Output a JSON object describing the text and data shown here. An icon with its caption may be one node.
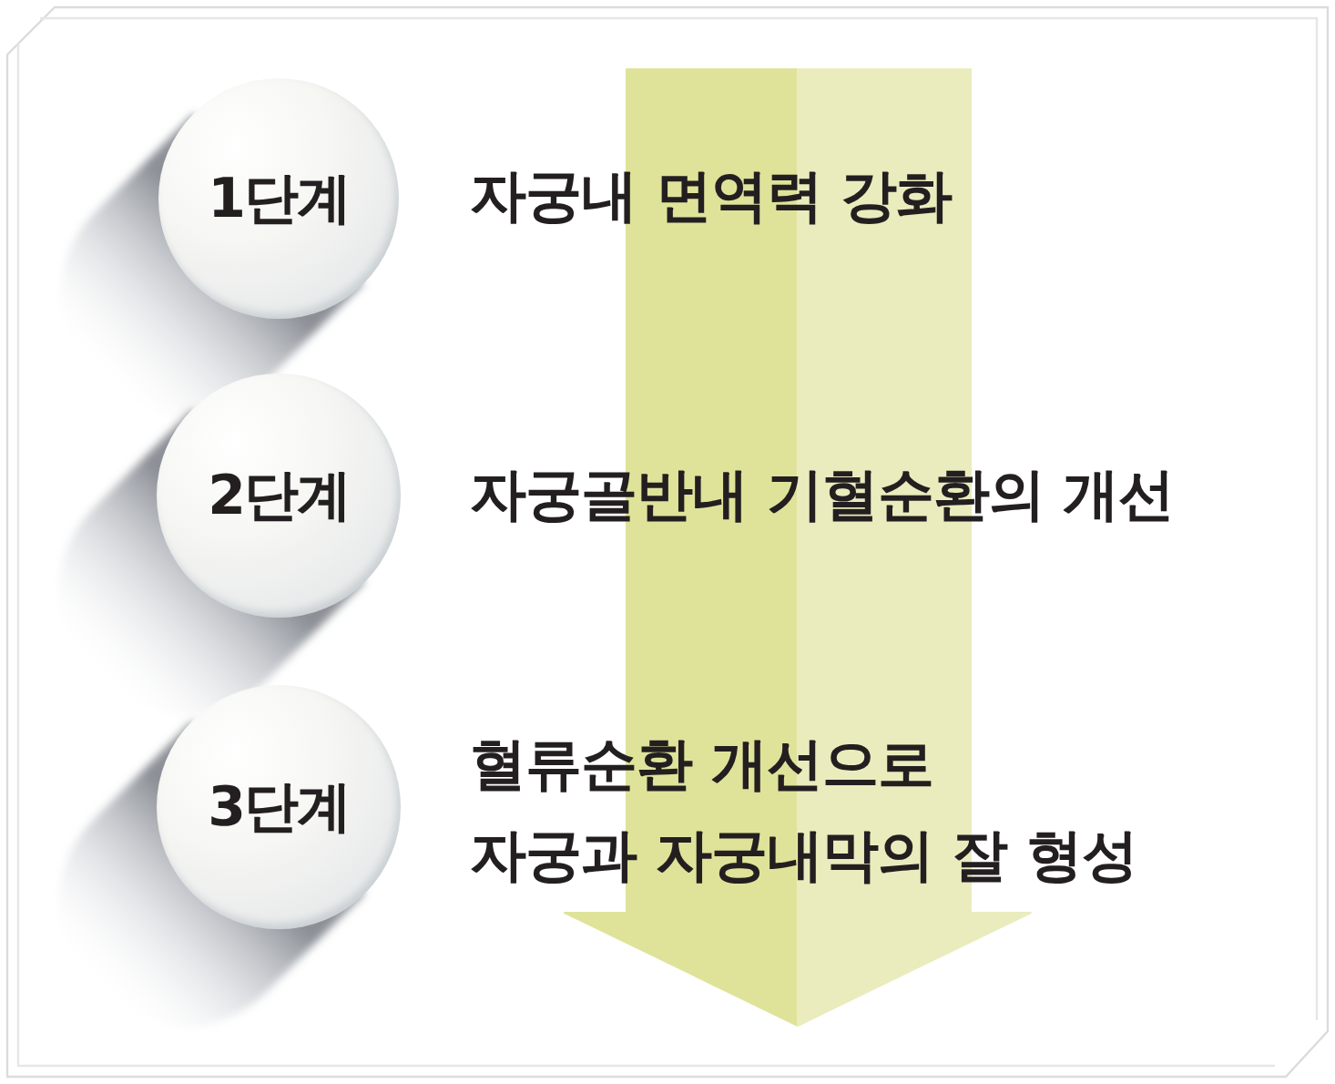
{
  "diagram": {
    "nodes": [
      {
        "text": [
          "1단계"
        ],
        "beside": [
          "자궁내 면역력 강화"
        ]
      },
      {
        "text": [
          "2단계"
        ],
        "beside": [
          "자궁골반내 기혈순환의 개선"
        ]
      },
      {
        "text": [
          "3단계"
        ],
        "beside": [
          "혈류순환 개선으로 자궁과 자궁내막의 잘 형성"
        ]
      }
    ]
  }
}
